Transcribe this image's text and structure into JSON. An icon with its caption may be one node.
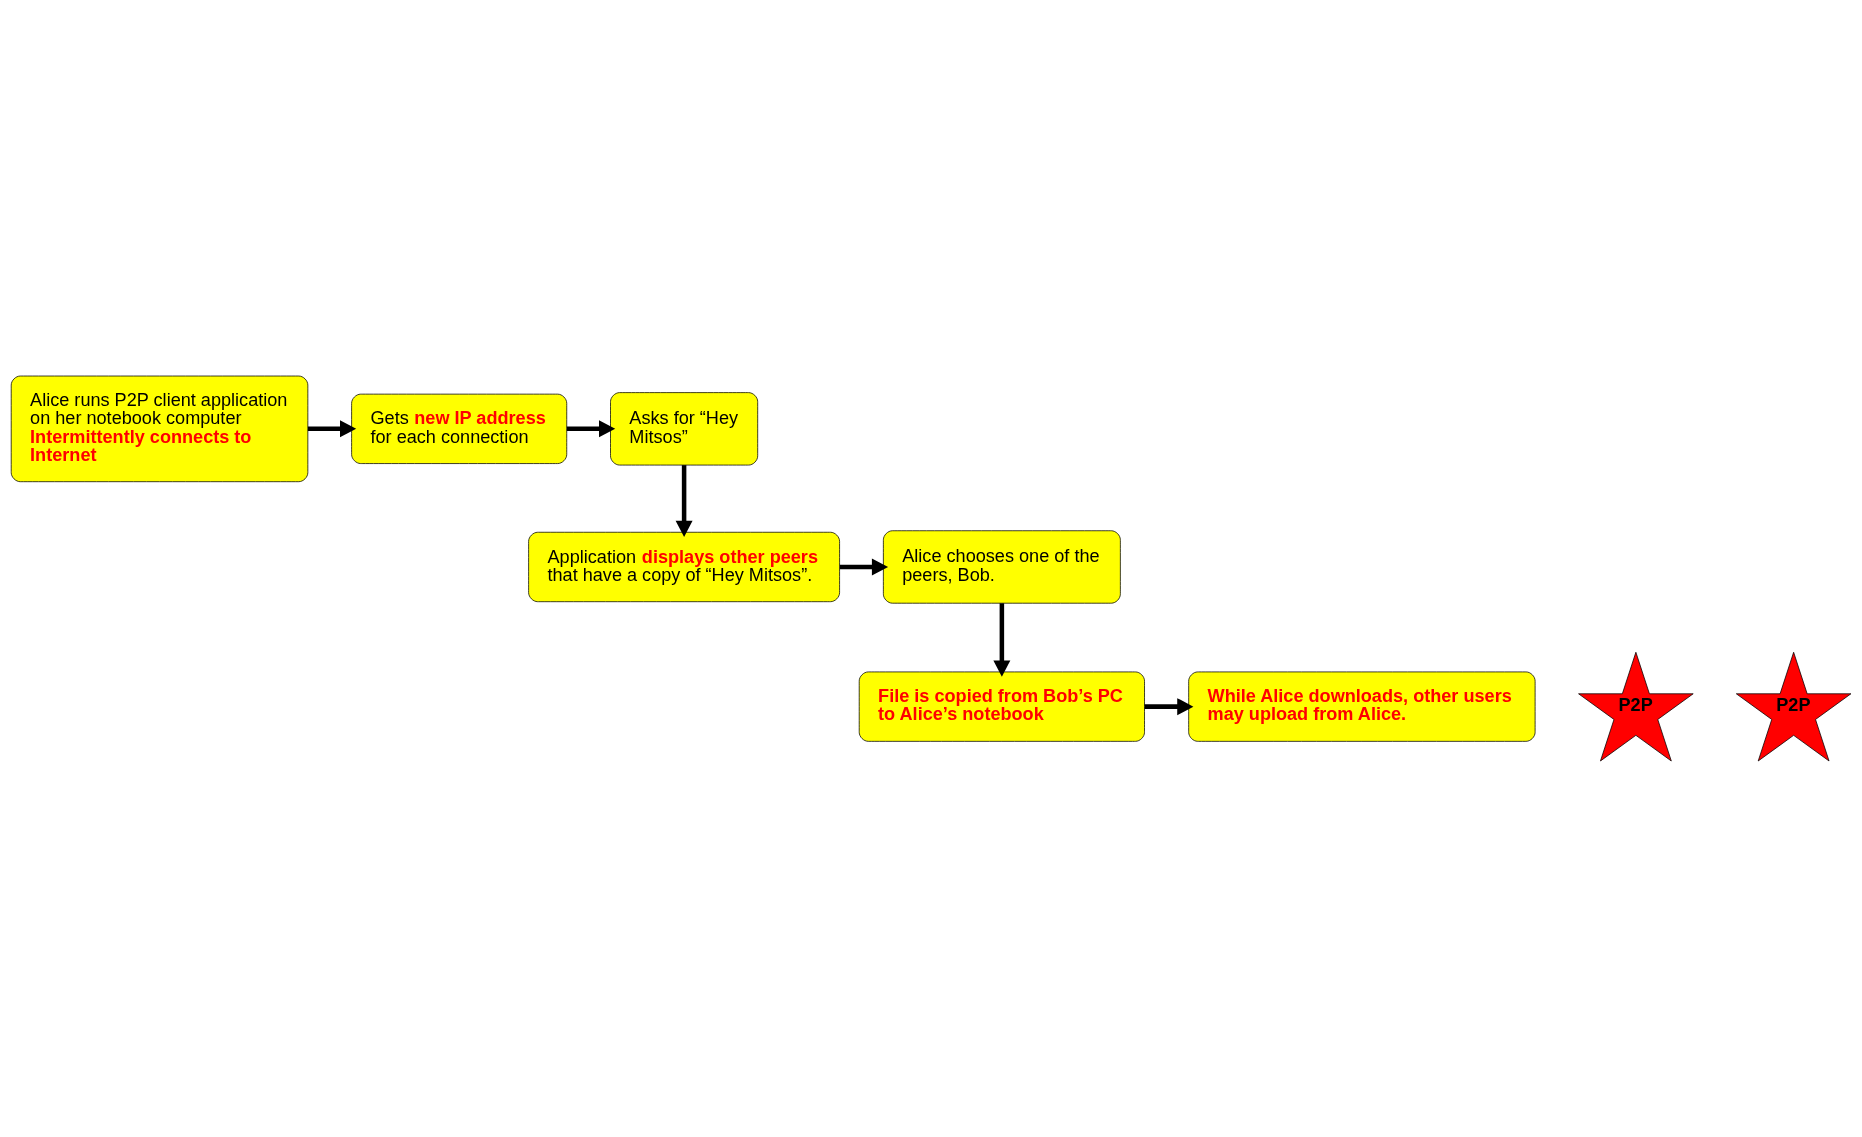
{
  "diagram": {
    "nodes": [
      {
        "text": [
          "Alice runs P2P client application on her notebook computer **Intermittently connects to Internet**"
        ]
      },
      {
        "text": [
          "Gets **new IP address** for each connection"
        ]
      },
      {
        "text": [
          "Asks for “Hey Mitsos”"
        ]
      },
      {
        "text": [
          "Application **displays other peers** that have a copy of “Hey Mitsos”."
        ]
      },
      {
        "text": [
          "Alice chooses one of the peers, Bob."
        ]
      },
      {
        "text": [
          "File is copied from Bob’s PC to Alice’s notebook"
        ]
      },
      {
        "text": [
          "While Alice downloads, other users may upload from Alice."
        ]
      },
      {
        "text": [
          "P2P"
        ]
      },
      {
        "text": [
          "P2P"
        ]
      }
    ],
    "edges": [
      {
        "from": 0,
        "to": 1,
        "arrow": "to"
      },
      {
        "from": 1,
        "to": 2,
        "arrow": "to"
      },
      {
        "from": 2,
        "to": 3,
        "arrow": "to"
      },
      {
        "from": 3,
        "to": 4,
        "arrow": "to"
      },
      {
        "from": 4,
        "to": 5,
        "arrow": "to"
      },
      {
        "from": 5,
        "to": 6,
        "arrow": "to"
      }
    ]
  }
}
